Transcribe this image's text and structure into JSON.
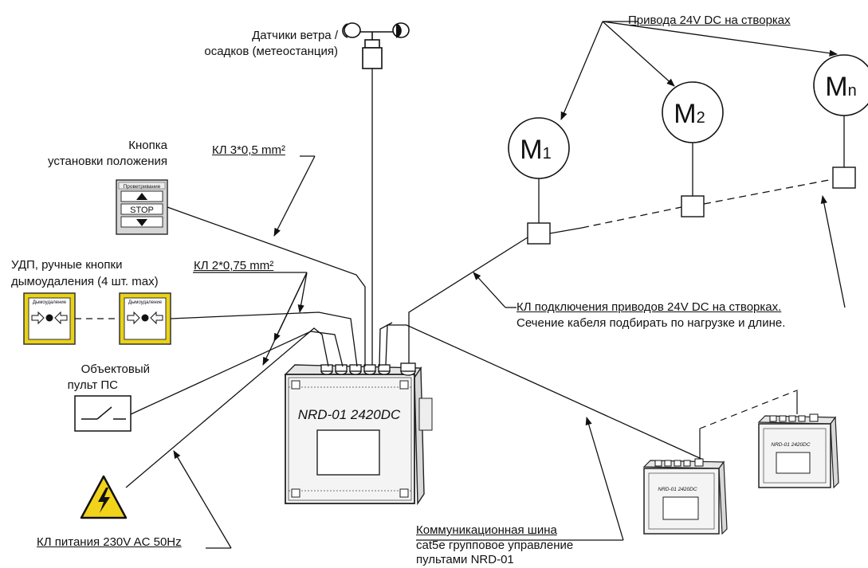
{
  "labels": {
    "weather_line1": "Датчики ветра /",
    "weather_line2": "осадков (метеостанция)",
    "actuators_title": "Привода 24V DC на створках",
    "button_line1": "Кнопка",
    "button_line2": "установки положения",
    "cable_3x05": "КЛ 3*0,5 mm²",
    "udp_line1": "УДП, ручные кнопки",
    "udp_line2": "дымоудаления (4 шт. max)",
    "cable_2x075": "КЛ 2*0,75 mm²",
    "panel_line1": "Объектовый",
    "panel_line2": "пульт ПС",
    "actuator_cable_line1": "КЛ подключения приводов 24V DC на створках.",
    "actuator_cable_line2": "Сечение кабеля подбирать по нагрузке и длине.",
    "power_cable": "КЛ питания 230V AC 50Hz",
    "bus_line1": "Коммуникационная шина",
    "bus_line2": "cat5e групповое управление",
    "bus_line3": "пультами NRD-01"
  },
  "motors": [
    {
      "letter": "M",
      "index": "1"
    },
    {
      "letter": "M",
      "index": "2"
    },
    {
      "letter": "M",
      "index": "n"
    }
  ],
  "control_button": {
    "header": "Проветривание",
    "stop": "STOP"
  },
  "udp_device": {
    "label": "Дымоудаление"
  },
  "main_unit": {
    "model": "NRD-01 2420DC"
  },
  "slave_unit": {
    "model": "NRD-01 2420DC"
  },
  "colors": {
    "line": "#111111",
    "udp_yellow": "#e8d21a",
    "warning_yellow": "#f2d31b",
    "box_fill": "#f4f4f4"
  }
}
